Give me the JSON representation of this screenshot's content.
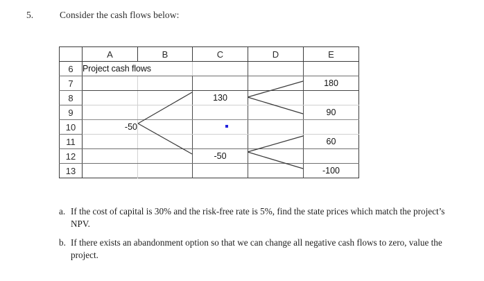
{
  "question": {
    "number": "5.",
    "prompt": "Consider the cash flows below:"
  },
  "spreadsheet": {
    "column_headers": [
      "",
      "A",
      "B",
      "C",
      "D",
      "E"
    ],
    "row_labels": [
      "6",
      "7",
      "8",
      "9",
      "10",
      "11",
      "12",
      "13"
    ],
    "title": "Project cash flows",
    "rows": [
      {
        "label": "6",
        "A": "Project cash flows",
        "B": "",
        "C": "",
        "D": "",
        "E": ""
      },
      {
        "label": "7",
        "A": "",
        "B": "",
        "C": "",
        "D": "",
        "E": "180"
      },
      {
        "label": "8",
        "A": "",
        "B": "",
        "C": "130",
        "D": "",
        "E": ""
      },
      {
        "label": "9",
        "A": "",
        "B": "",
        "C": "",
        "D": "",
        "E": "90"
      },
      {
        "label": "10",
        "A": "-50",
        "B": "",
        "C": "",
        "D": "",
        "E": ""
      },
      {
        "label": "11",
        "A": "",
        "B": "",
        "C": "",
        "D": "",
        "E": "60"
      },
      {
        "label": "12",
        "A": "",
        "B": "",
        "C": "-50",
        "D": "",
        "E": ""
      },
      {
        "label": "13",
        "A": "",
        "B": "",
        "C": "",
        "D": "",
        "E": "-100"
      }
    ]
  },
  "chart_data": {
    "type": "tree",
    "title": "Project cash flows",
    "description": "Binomial cash-flow tree over two periods",
    "root": {
      "label": "-50",
      "cell": "A10"
    },
    "nodes": [
      {
        "label": "-50",
        "cell": "A10",
        "period": 0,
        "parent": null
      },
      {
        "label": "130",
        "cell": "C8",
        "period": 1,
        "parent": "-50"
      },
      {
        "label": "-50",
        "cell": "C12",
        "period": 1,
        "parent": "-50"
      },
      {
        "label": "180",
        "cell": "E7",
        "period": 2,
        "parent": "130"
      },
      {
        "label": "90",
        "cell": "E9",
        "period": 2,
        "parent": "130"
      },
      {
        "label": "60",
        "cell": "E11",
        "period": 2,
        "parent": "-50"
      },
      {
        "label": "-100",
        "cell": "E13",
        "period": 2,
        "parent": "-50"
      }
    ],
    "edges": [
      {
        "from": "A10",
        "to": "C8"
      },
      {
        "from": "A10",
        "to": "C12"
      },
      {
        "from": "C8",
        "to": "E7"
      },
      {
        "from": "C8",
        "to": "E9"
      },
      {
        "from": "C12",
        "to": "E11"
      },
      {
        "from": "C12",
        "to": "E13"
      }
    ],
    "line_color": "#3a3a3a"
  },
  "sub_questions": [
    {
      "marker": "a.",
      "text": "If the cost of capital is 30% and the risk-free rate is 5%, find the state prices which match the project’s NPV."
    },
    {
      "marker": "b.",
      "text": "If there exists an abandonment option so that we can change all negative cash flows to zero, value the project."
    }
  ],
  "marker_dot": {
    "color": "#2222dd"
  }
}
